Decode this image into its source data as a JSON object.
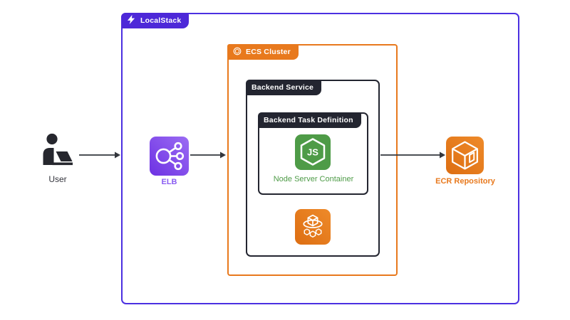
{
  "containers": {
    "localstack": {
      "label": "LocalStack",
      "icon": "localstack-logo-icon",
      "border_color": "#4b30e1",
      "badge_color": "#4d28d8"
    },
    "ecs_cluster": {
      "label": "ECS Cluster",
      "icon": "ecs-cluster-icon",
      "color": "#e8791d"
    },
    "backend_service": {
      "label": "Backend Service",
      "color": "#232530"
    },
    "backend_task_definition": {
      "label": "Backend Task Definition",
      "color": "#232530"
    }
  },
  "nodes": {
    "user": {
      "label": "User",
      "icon": "person-at-laptop-icon",
      "color": "#26272e"
    },
    "elb": {
      "label": "ELB",
      "icon": "elastic-load-balancer-icon",
      "color": "#8a5cf2",
      "tile_gradient": [
        "#6d31e3",
        "#9b6cf3"
      ]
    },
    "node_server_container": {
      "label": "Node Server Container",
      "icon": "nodejs-hexagon-icon",
      "color": "#4e9b47"
    },
    "ecs_service": {
      "icon": "ecs-service-icon",
      "color": "#e8791d"
    },
    "ecr_repository": {
      "label": "ECR Repository",
      "icon": "ecr-repository-icon",
      "color": "#e8791d"
    }
  },
  "edges": [
    {
      "from": "user",
      "to": "localstack"
    },
    {
      "from": "elb",
      "to": "ecs_cluster"
    },
    {
      "from": "backend_service",
      "to": "ecr_repository"
    }
  ],
  "arrow_color": "#33363d"
}
